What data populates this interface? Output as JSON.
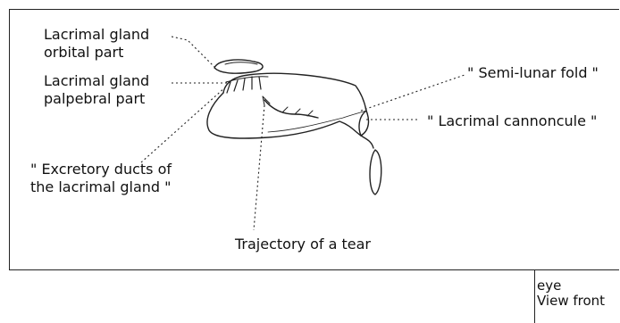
{
  "labels": {
    "orbital_part": [
      "Lacrimal gland",
      "orbital part"
    ],
    "palpebral_part": [
      "Lacrimal gland",
      "palpebral part"
    ],
    "excretory_ducts": [
      "\" Excretory ducts of",
      "the lacrimal gland \""
    ],
    "trajectory": "Trajectory of a tear",
    "semilunar_fold": "\" Semi-lunar fold \"",
    "caruncle": "\" Lacrimal cannoncule \""
  },
  "caption": {
    "title": "eye",
    "subtitle": "View front"
  }
}
